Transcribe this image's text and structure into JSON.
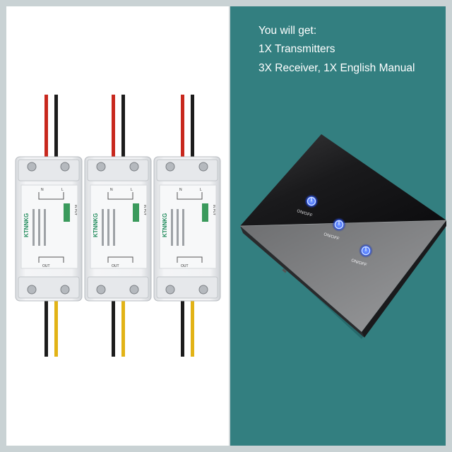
{
  "caption": {
    "line1": "You will get:",
    "line2": "1X Transmitters",
    "line3": "3X Receiver, 1X English Manual"
  },
  "receiver": {
    "brand": "KTNNKG",
    "label_in": "IN PUT",
    "label_out": "OUT",
    "label_n": "N",
    "label_l": "L"
  },
  "switch_panel": {
    "button_label": "ON/OFF",
    "glow_color": "#3b6cff"
  },
  "colors": {
    "background_right": "#337f80",
    "border": "#c9d2d4",
    "wire_red": "#c8281e",
    "wire_black": "#1c1c1c",
    "wire_yellow": "#e2b316"
  }
}
